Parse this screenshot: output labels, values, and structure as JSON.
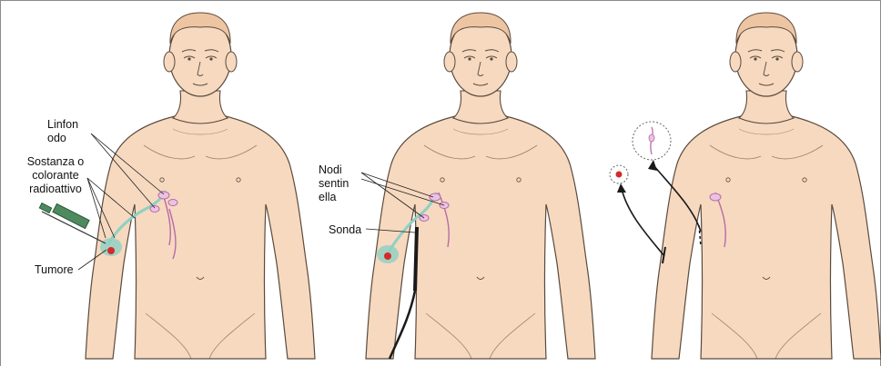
{
  "diagram": {
    "labels": {
      "lymph_node": "Linfon\nodo",
      "tracer": "Sostanza o\ncolorante\nradioattivo",
      "tumor": "Tumore",
      "sentinel_nodes": "Nodi\nsentin\nella",
      "probe": "Sonda"
    },
    "colors": {
      "skin": "#f6d9bf",
      "skin_shade": "#eec5a3",
      "outline": "#5a4a3e",
      "tumor_red": "#d42a2a",
      "lymph_green": "#8fd0c4",
      "vessel_purple": "#b96aa6",
      "syringe_green": "#4f8a5e",
      "probe_black": "#1a1a1a"
    },
    "panels": [
      "panel-injection",
      "panel-probe",
      "panel-removal"
    ]
  }
}
